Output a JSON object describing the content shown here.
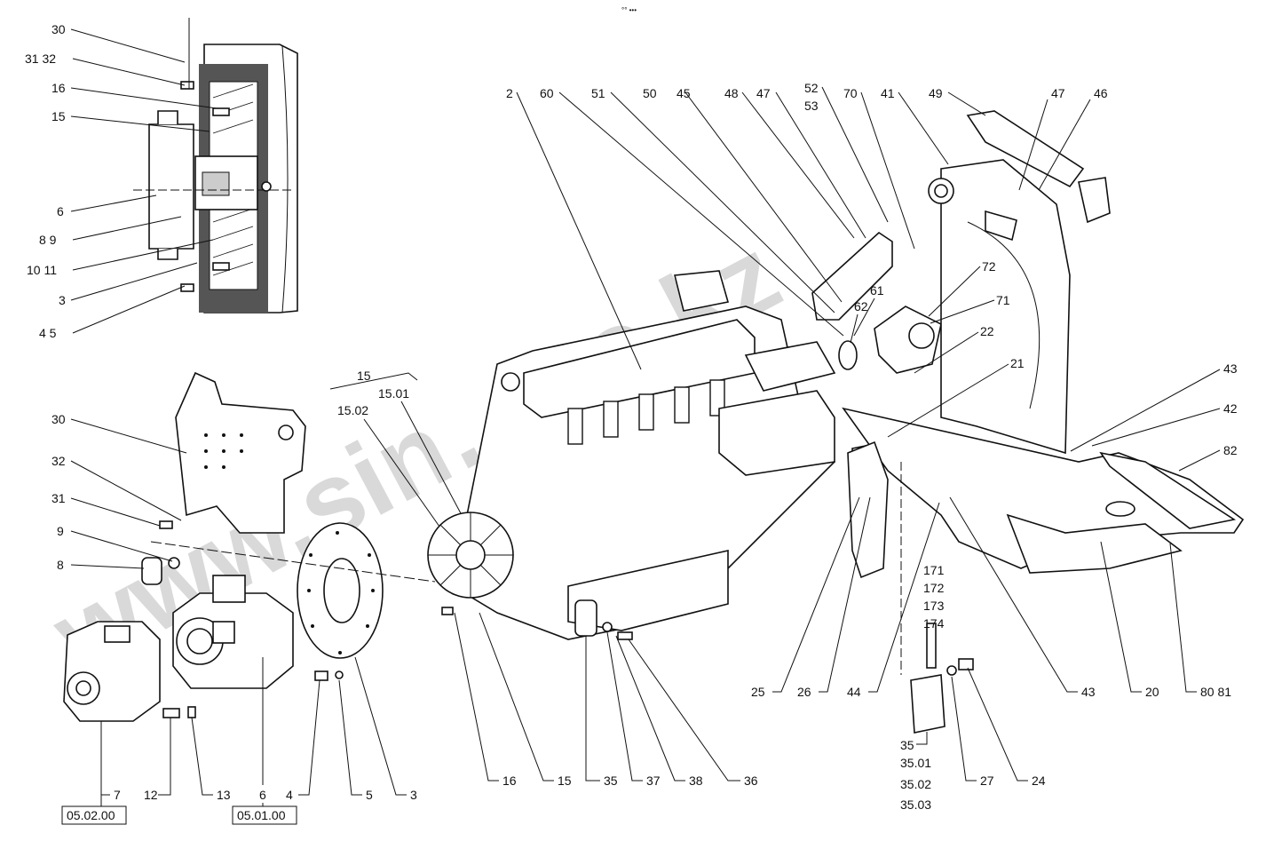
{
  "watermark": "www.sin…co.kz",
  "top_mark": "°° •••",
  "references": {
    "ref_a": "05.02.00",
    "ref_b": "05.01.00"
  },
  "labels": {
    "l30a": "30",
    "l31_32": "31  32",
    "l16a": "16",
    "l15a": "15",
    "l6a": "6",
    "l8_9a": "8  9",
    "l10_11": "10  11",
    "l3a": "3",
    "l4_5a": "4  5",
    "l30b": "30",
    "l32b": "32",
    "l31b": "31",
    "l9b": "9",
    "l8b": "8",
    "l15_grp": "15",
    "l15_01": "15.01",
    "l15_02": "15.02",
    "l2": "2",
    "l60": "60",
    "l51": "51",
    "l50": "50",
    "l45": "45",
    "l48": "48",
    "l47a": "47",
    "l52": "52",
    "l53": "53",
    "l70": "70",
    "l41": "41",
    "l49": "49",
    "l47b": "47",
    "l46": "46",
    "l72": "72",
    "l71": "71",
    "l61": "61",
    "l62": "62",
    "l22": "22",
    "l21": "21",
    "l43a": "43",
    "l42": "42",
    "l82": "82",
    "l171": "171",
    "l172": "172",
    "l173": "173",
    "l174": "174",
    "b7": "7",
    "b12": "12",
    "b13": "13",
    "b6": "6",
    "b4": "4",
    "b5": "5",
    "b3": "3",
    "b16": "16",
    "b15": "15",
    "b35": "35",
    "b37": "37",
    "b38": "38",
    "b36": "36",
    "b25": "25",
    "b26": "26",
    "b44": "44",
    "b43": "43",
    "b20": "20",
    "b80_81": "80  81",
    "b27": "27",
    "b24": "24",
    "s35": "35",
    "s35_01": "35.01",
    "s35_02": "35.02",
    "s35_03": "35.03"
  }
}
